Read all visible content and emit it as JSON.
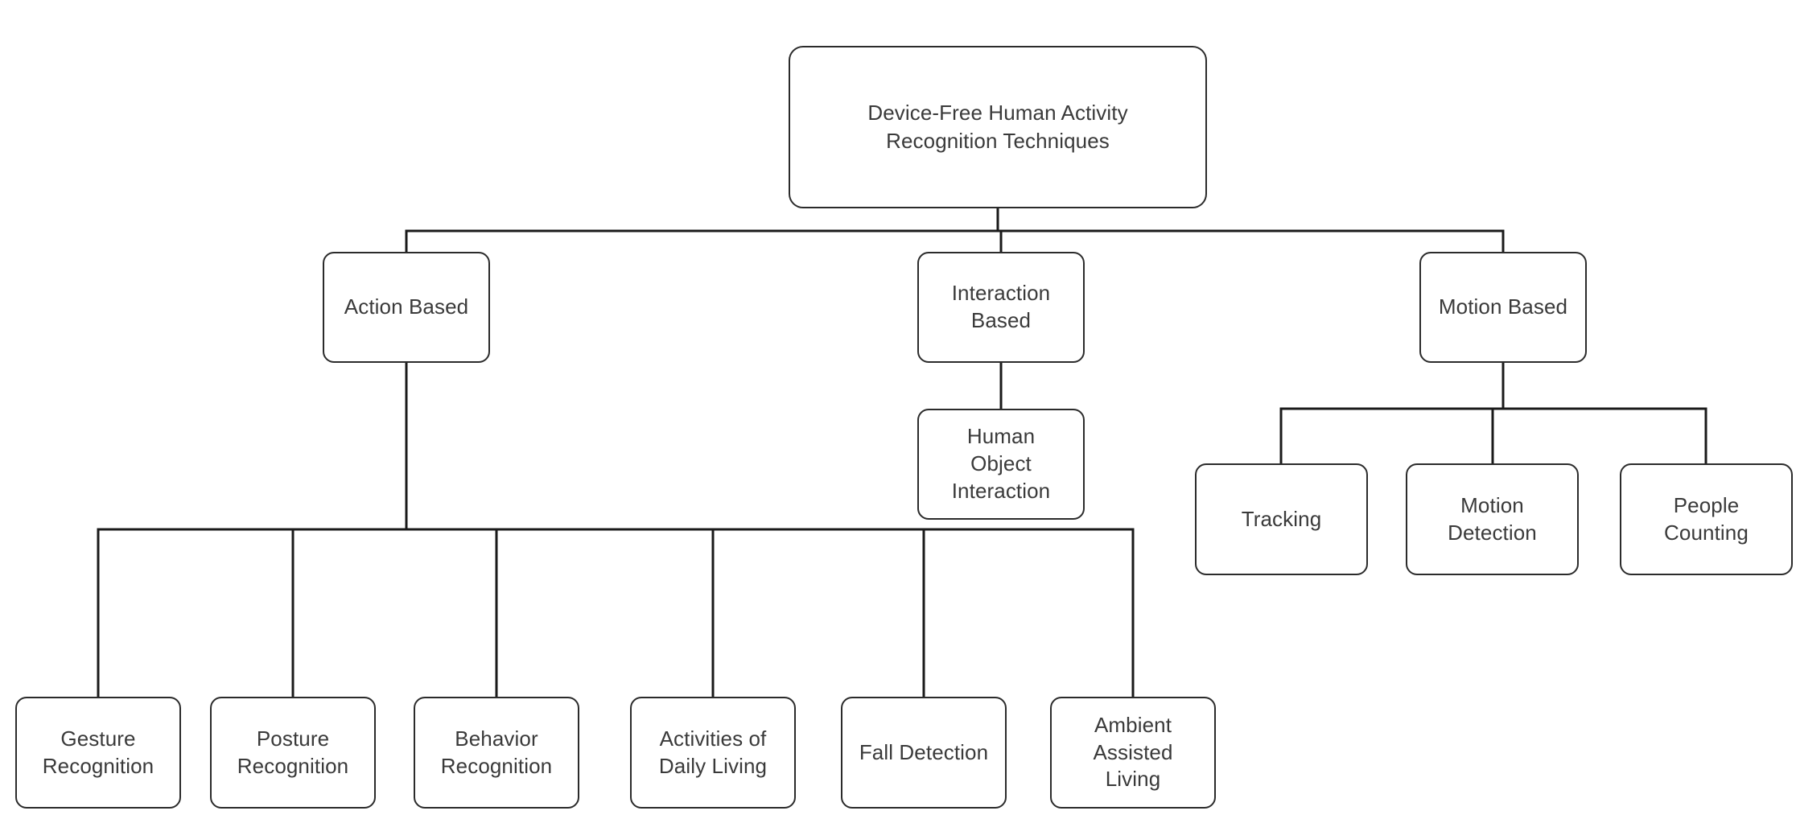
{
  "diagram": {
    "type": "hierarchy-tree",
    "title": "Device-Free Human Activity Recognition Techniques",
    "background_color": "#ffffff",
    "node_border_color": "#2b2b2b",
    "node_fill_color": "#ffffff",
    "text_color": "#3a3a3a",
    "connector_color": "#1a1a1a"
  },
  "nodes": {
    "root": {
      "label": "Device-Free Human Activity\nRecognition Techniques"
    },
    "action_based": {
      "label": "Action Based"
    },
    "interaction_based": {
      "label": "Interaction\nBased"
    },
    "motion_based": {
      "label": "Motion Based"
    },
    "human_object_interaction": {
      "label": "Human\nObject\nInteraction"
    },
    "tracking": {
      "label": "Tracking"
    },
    "motion_detection": {
      "label": "Motion\nDetection"
    },
    "people_counting": {
      "label": "People\nCounting"
    },
    "gesture_recognition": {
      "label": "Gesture\nRecognition"
    },
    "posture_recognition": {
      "label": "Posture\nRecognition"
    },
    "behavior_recognition": {
      "label": "Behavior\nRecognition"
    },
    "activities_of_daily_living": {
      "label": "Activities of\nDaily Living"
    },
    "fall_detection": {
      "label": "Fall Detection"
    },
    "ambient_assisted_living": {
      "label": "Ambient\nAssisted\nLiving"
    }
  },
  "hierarchy": {
    "root": "Device-Free Human Activity Recognition Techniques",
    "children": [
      {
        "label": "Action Based",
        "children": [
          {
            "label": "Gesture Recognition"
          },
          {
            "label": "Posture Recognition"
          },
          {
            "label": "Behavior Recognition"
          },
          {
            "label": "Activities of Daily Living"
          },
          {
            "label": "Fall Detection"
          },
          {
            "label": "Ambient Assisted Living"
          }
        ]
      },
      {
        "label": "Interaction Based",
        "children": [
          {
            "label": "Human Object Interaction"
          }
        ]
      },
      {
        "label": "Motion Based",
        "children": [
          {
            "label": "Tracking"
          },
          {
            "label": "Motion Detection"
          },
          {
            "label": "People Counting"
          }
        ]
      }
    ]
  }
}
